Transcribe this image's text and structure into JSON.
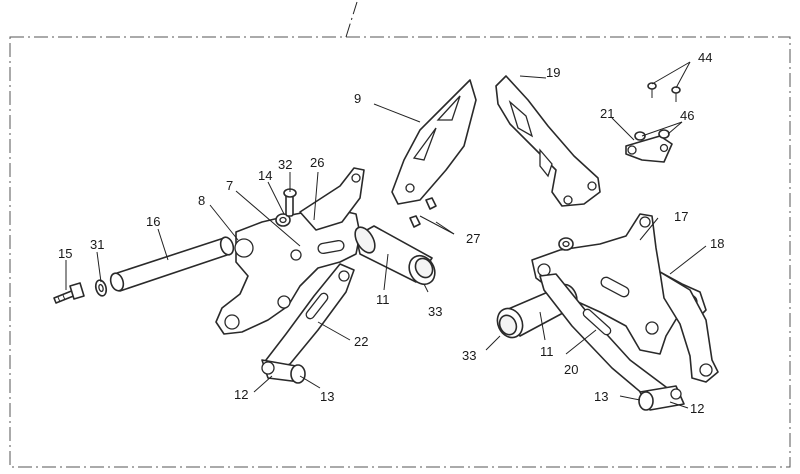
{
  "callouts": {
    "c7": "7",
    "c8": "8",
    "c9": "9",
    "c11a": "11",
    "c11b": "11",
    "c12a": "12",
    "c12b": "12",
    "c13a": "13",
    "c13b": "13",
    "c14": "14",
    "c15": "15",
    "c16": "16",
    "c17": "17",
    "c18": "18",
    "c19": "19",
    "c20": "20",
    "c21": "21",
    "c22": "22",
    "c26": "26",
    "c27": "27",
    "c31": "31",
    "c32": "32",
    "c33a": "33",
    "c33b": "33",
    "c44": "44",
    "c46": "46"
  },
  "colors": {
    "line": "#2a2a2a",
    "frame": "#555555",
    "background": "#ffffff"
  }
}
